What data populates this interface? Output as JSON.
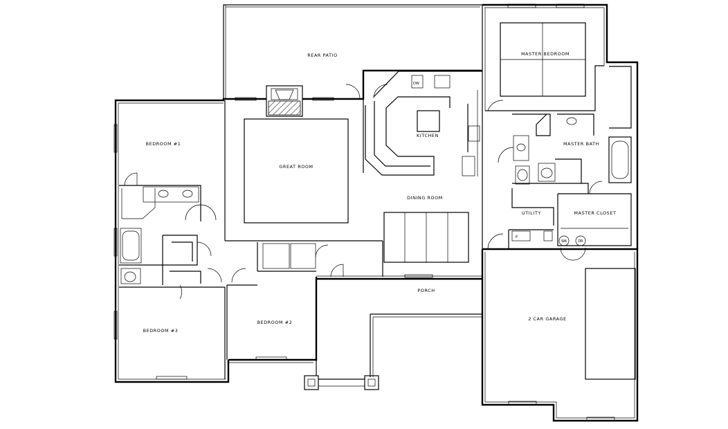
{
  "rooms": {
    "rear_patio": "REAR PATIO",
    "master_bedroom": "MASTER BEDROOM",
    "bedroom_1": "BEDROOM #1",
    "great_room": "GREAT ROOM",
    "kitchen": "KITCHEN",
    "master_bath": "MASTER BATH",
    "dining_room": "DINING ROOM",
    "utility": "UTILITY",
    "master_closet": "MASTER CLOSET",
    "porch": "PORCH",
    "bedroom_3": "BEDROOM #3",
    "bedroom_2": "BEDROOM #2",
    "garage": "2 CAR GARAGE"
  },
  "fixtures": {
    "dw": "DW",
    "washer": "WA",
    "dryer": "DR",
    "pantry": "P"
  }
}
